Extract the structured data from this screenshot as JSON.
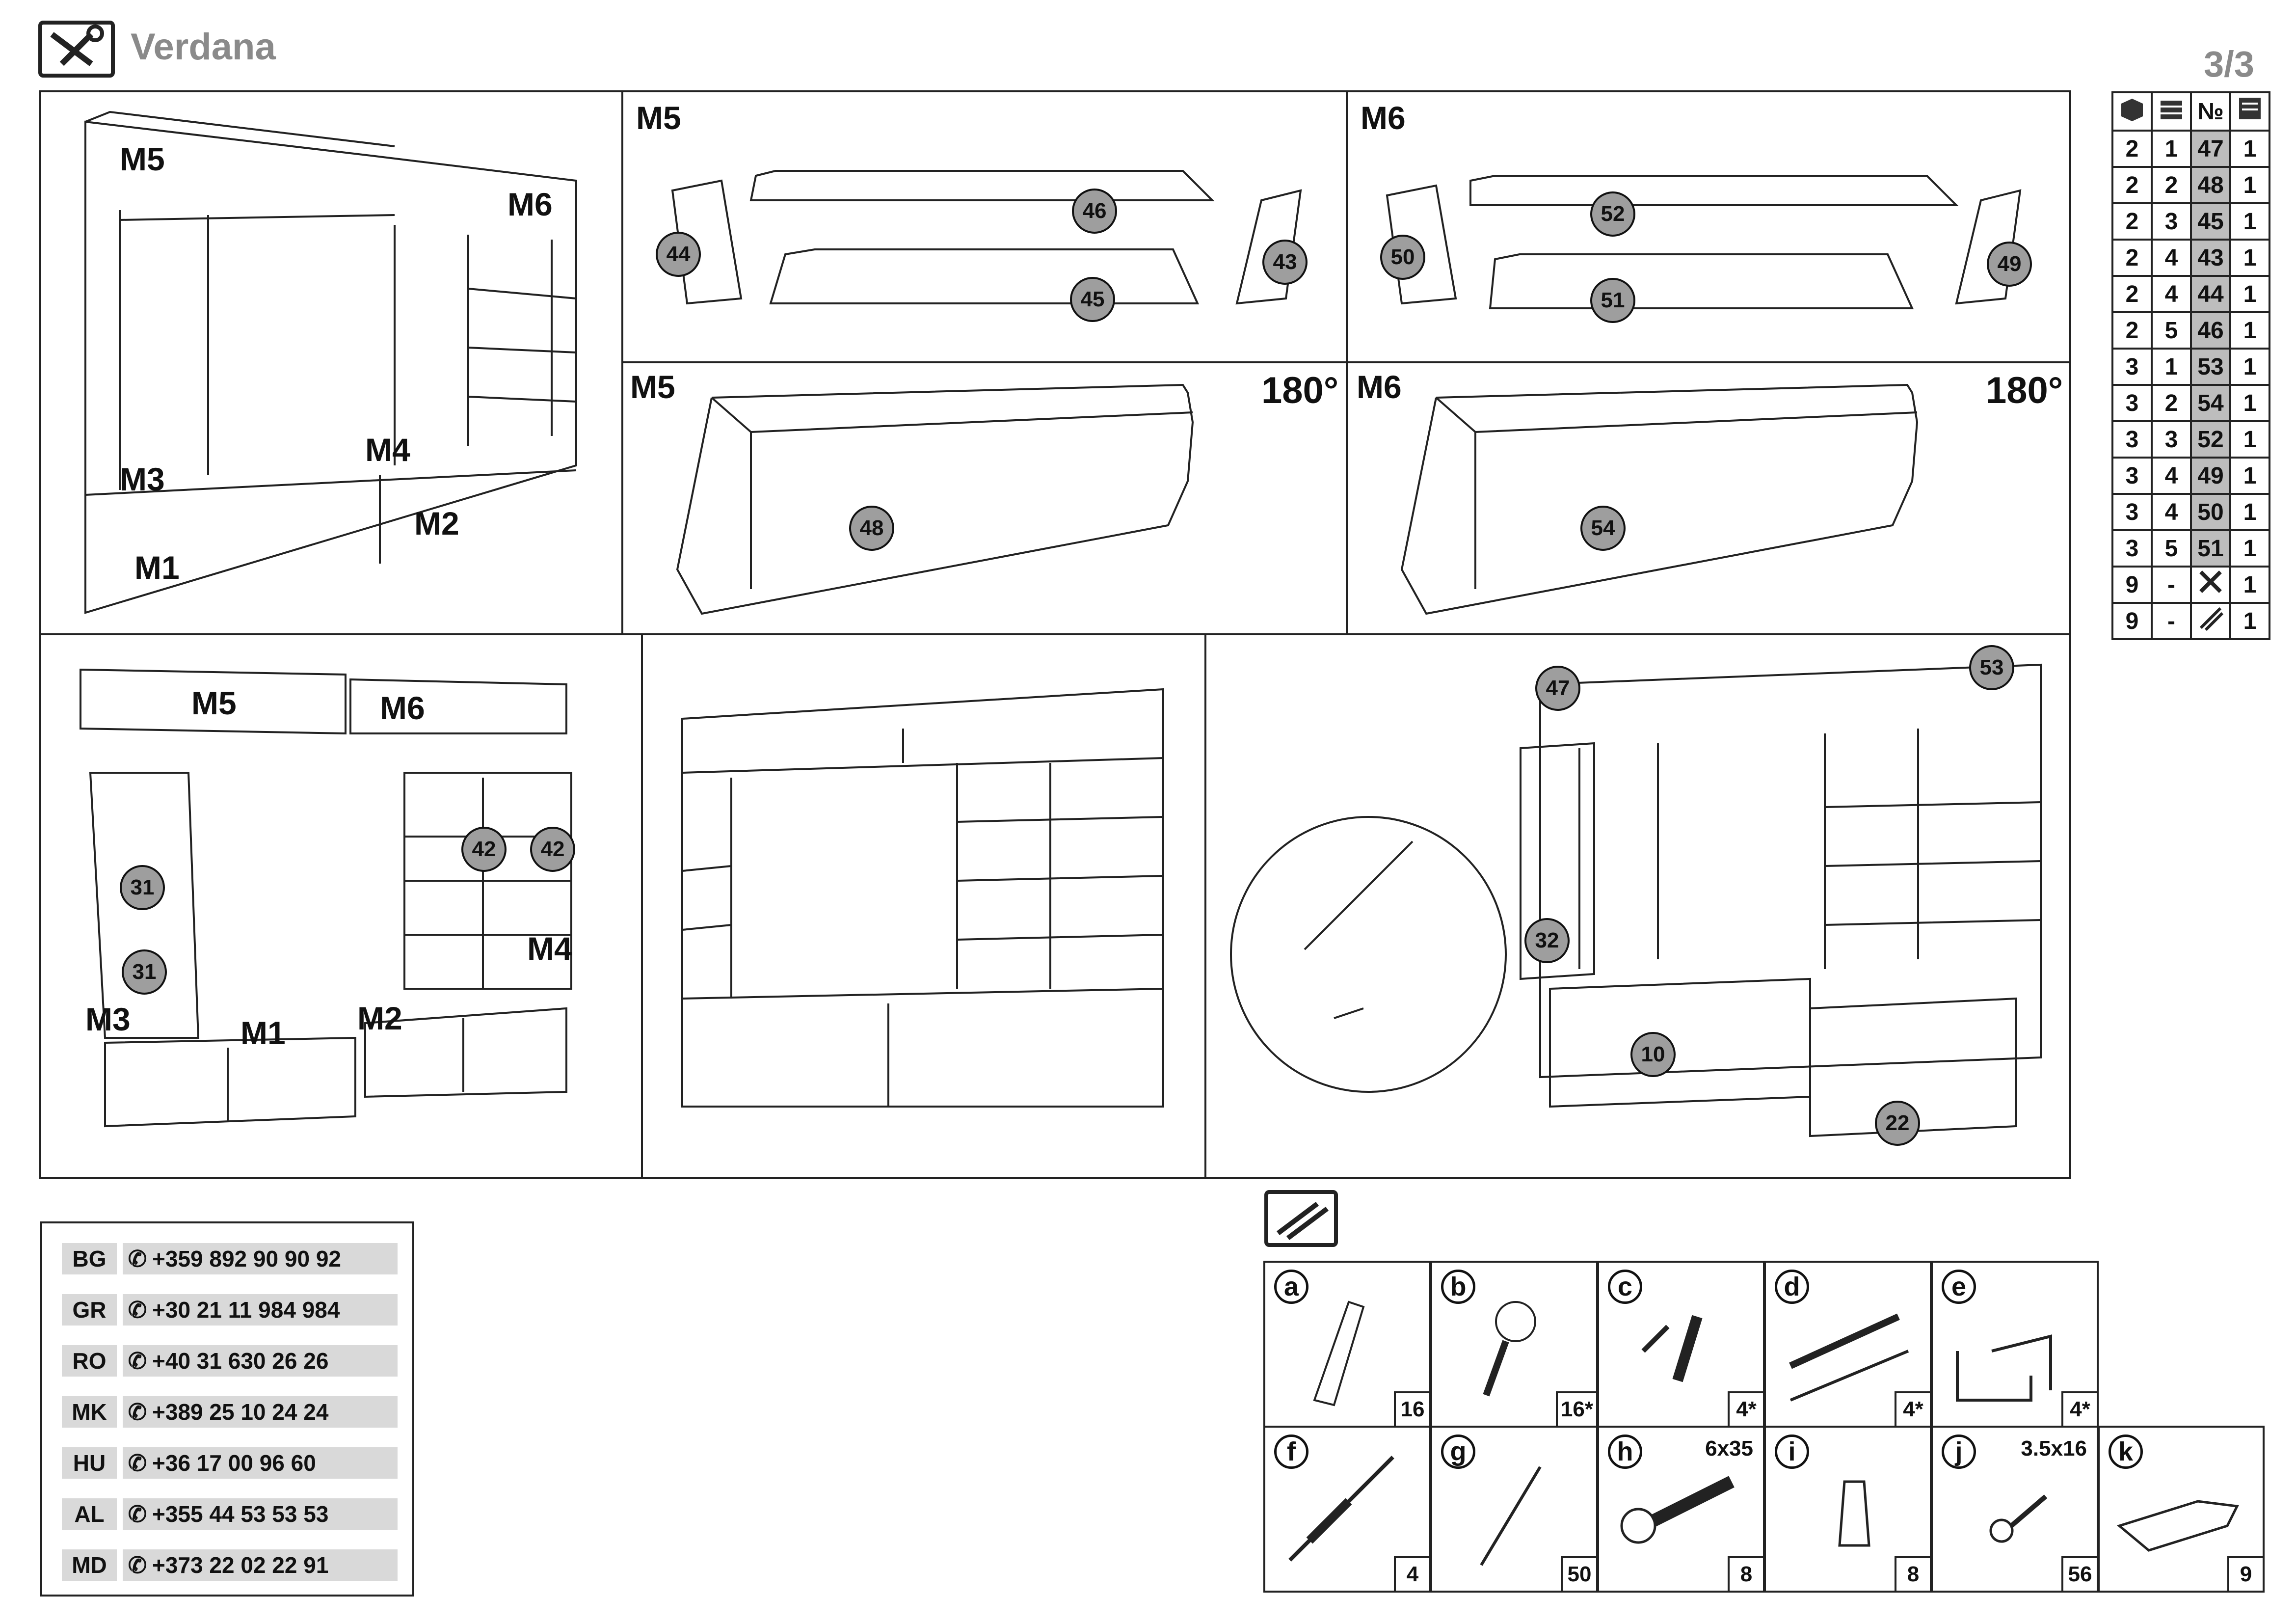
{
  "header": {
    "brand": "Verdana",
    "page": "3/3"
  },
  "panels": {
    "overview": {
      "labels": [
        "M5",
        "M6",
        "M3",
        "M4",
        "M2",
        "M1"
      ]
    },
    "shelves_m5": {
      "title": "M5",
      "parts": [
        "46",
        "45",
        "44",
        "43"
      ]
    },
    "shelves_m6": {
      "title": "M6",
      "parts": [
        "52",
        "51",
        "50",
        "49"
      ]
    },
    "back_m5": {
      "title": "M5",
      "part": "48",
      "rotation": "180°"
    },
    "back_m6": {
      "title": "M6",
      "part": "54",
      "rotation": "180°"
    },
    "assembly1": {
      "labels": [
        "M5",
        "M6",
        "M4",
        "M3",
        "M1",
        "M2"
      ],
      "parts": [
        "42",
        "42",
        "31",
        "31"
      ]
    },
    "assembly3": {
      "parts": [
        "47",
        "53",
        "32",
        "10",
        "22"
      ]
    }
  },
  "parts_table": {
    "headers": [
      "box-icon",
      "layer-icon",
      "№",
      "sheet-icon"
    ],
    "rows": [
      [
        "2",
        "1",
        "47",
        "1"
      ],
      [
        "2",
        "2",
        "48",
        "1"
      ],
      [
        "2",
        "3",
        "45",
        "1"
      ],
      [
        "2",
        "4",
        "43",
        "1"
      ],
      [
        "2",
        "4",
        "44",
        "1"
      ],
      [
        "2",
        "5",
        "46",
        "1"
      ],
      [
        "3",
        "1",
        "53",
        "1"
      ],
      [
        "3",
        "2",
        "54",
        "1"
      ],
      [
        "3",
        "3",
        "52",
        "1"
      ],
      [
        "3",
        "4",
        "49",
        "1"
      ],
      [
        "3",
        "4",
        "50",
        "1"
      ],
      [
        "3",
        "5",
        "51",
        "1"
      ],
      [
        "9",
        "-",
        "tools-icon",
        "1"
      ],
      [
        "9",
        "-",
        "hardware-icon",
        "1"
      ]
    ]
  },
  "phones": [
    {
      "code": "BG",
      "number": "+359 892 90 90 92"
    },
    {
      "code": "GR",
      "number": "+30 21 11 984 984"
    },
    {
      "code": "RO",
      "number": "+40 31 630 26 26"
    },
    {
      "code": "MK",
      "number": "+389 25 10 24 24"
    },
    {
      "code": "HU",
      "number": "+36 17 00 96 60"
    },
    {
      "code": "AL",
      "number": "+355 44 53 53 53"
    },
    {
      "code": "MD",
      "number": "+373 22 02 22 91"
    }
  ],
  "hardware": [
    {
      "letter": "a",
      "qty": "16",
      "size": ""
    },
    {
      "letter": "b",
      "qty": "16*",
      "size": ""
    },
    {
      "letter": "c",
      "qty": "4*",
      "size": ""
    },
    {
      "letter": "d",
      "qty": "4*",
      "size": ""
    },
    {
      "letter": "e",
      "qty": "4*",
      "size": ""
    },
    {
      "letter": "f",
      "qty": "4",
      "size": ""
    },
    {
      "letter": "g",
      "qty": "50",
      "size": ""
    },
    {
      "letter": "h",
      "qty": "8",
      "size": "6x35"
    },
    {
      "letter": "i",
      "qty": "8",
      "size": ""
    },
    {
      "letter": "j",
      "qty": "56",
      "size": "3.5x16"
    },
    {
      "letter": "k",
      "qty": "9",
      "size": ""
    }
  ]
}
